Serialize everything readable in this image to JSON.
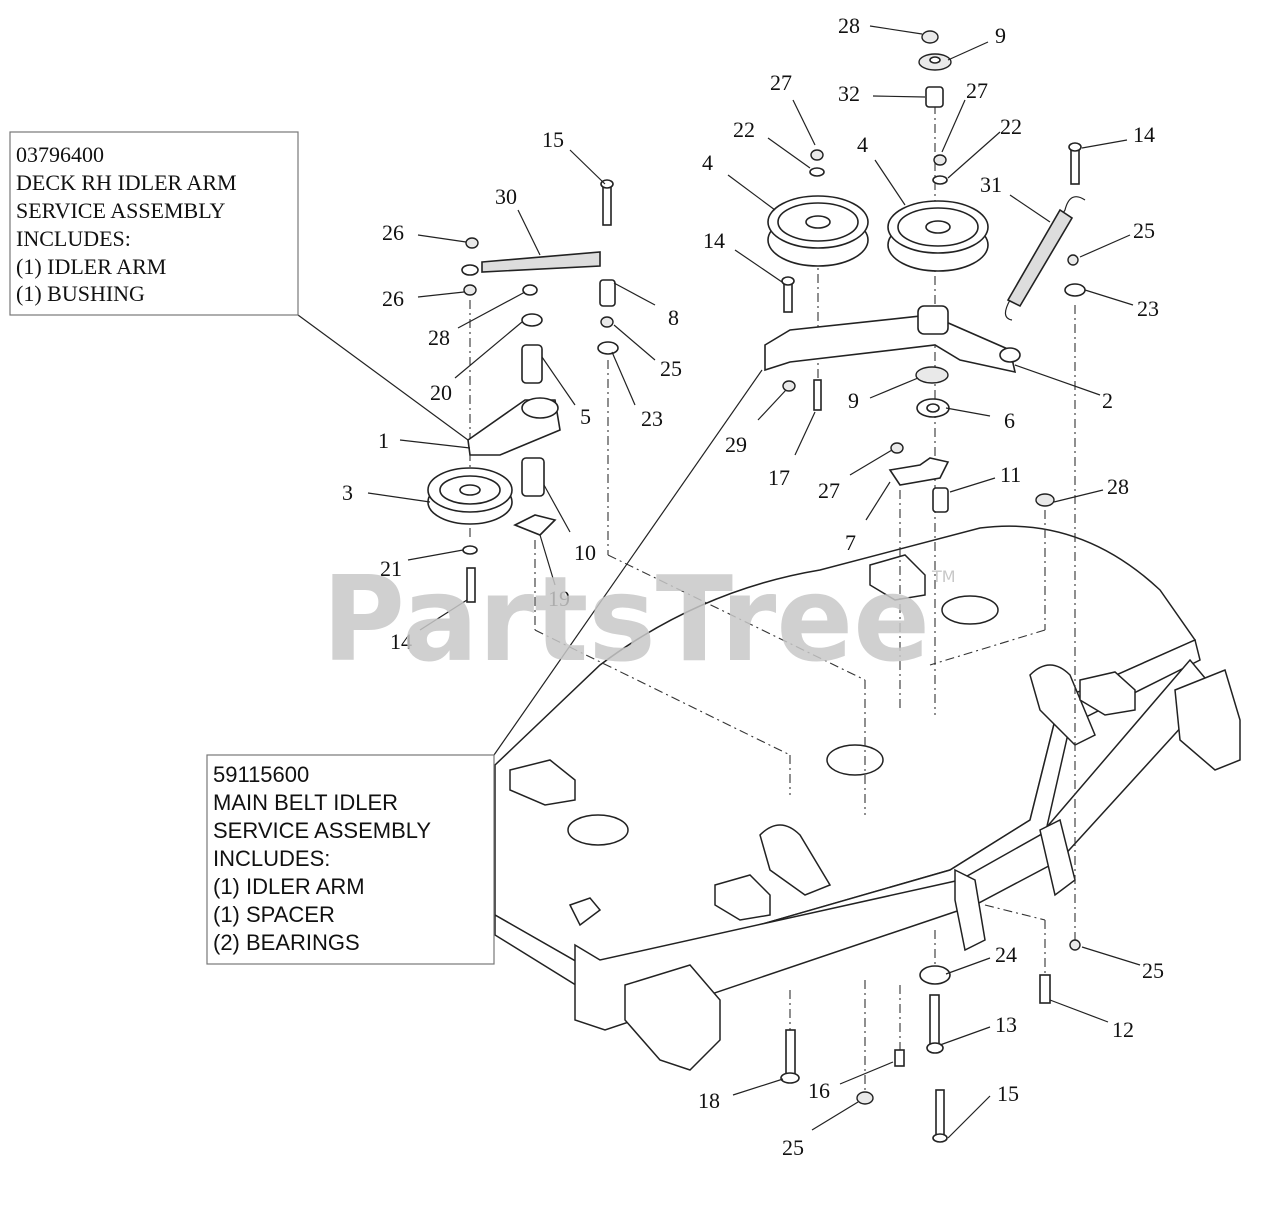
{
  "watermark": {
    "text": "PartsTree",
    "tm": "TM"
  },
  "service_boxes": [
    {
      "part_number": "03796400",
      "lines": [
        "DECK RH IDLER ARM",
        "SERVICE ASSEMBLY",
        "INCLUDES:",
        "(1) IDLER ARM",
        "(1) BUSHING"
      ]
    },
    {
      "part_number": "59115600",
      "lines": [
        "MAIN BELT IDLER",
        "SERVICE ASSEMBLY",
        "INCLUDES:",
        "(1) IDLER ARM",
        "(1) SPACER",
        "(2) BEARINGS"
      ]
    }
  ],
  "callouts": [
    "28",
    "9",
    "27",
    "32",
    "27",
    "22",
    "22",
    "14",
    "4",
    "4",
    "31",
    "15",
    "25",
    "30",
    "26",
    "26",
    "14",
    "23",
    "28",
    "8",
    "20",
    "25",
    "2",
    "9",
    "5",
    "23",
    "6",
    "1",
    "29",
    "17",
    "27",
    "11",
    "28",
    "3",
    "10",
    "7",
    "21",
    "19",
    "14",
    "24",
    "25",
    "13",
    "12",
    "15",
    "18",
    "16",
    "25"
  ]
}
